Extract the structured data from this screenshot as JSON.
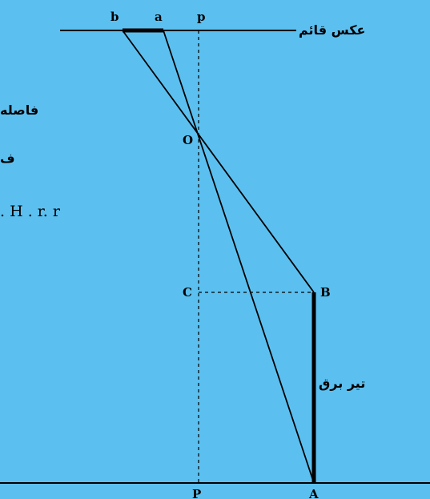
{
  "labels": {
    "b": "b",
    "a": "a",
    "p_top": "p",
    "O": "O",
    "C": "C",
    "B": "B",
    "P": "P",
    "A": "A"
  },
  "texts": {
    "photo": "عکس قائم",
    "pole": "تیر برق",
    "distance_partial": "فاصله",
    "f_partial": "ف",
    "formula_partial": ". H . r. r"
  },
  "colors": {
    "background": "#5BC0F0",
    "stroke": "#000000"
  }
}
